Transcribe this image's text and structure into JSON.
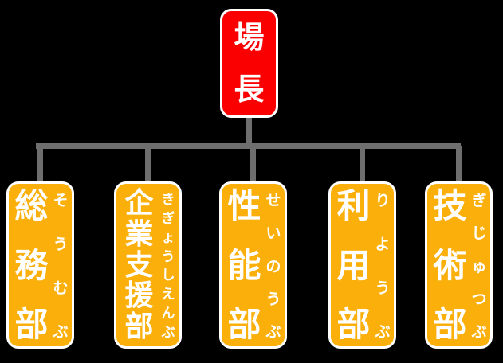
{
  "org_chart": {
    "root": {
      "label": "場長"
    },
    "departments": [
      {
        "label": "総務部",
        "furigana": "そうむぶ"
      },
      {
        "label": "企業支援部",
        "furigana": "きぎょうしえんぶ"
      },
      {
        "label": "性能部",
        "furigana": "せいのうぶ"
      },
      {
        "label": "利用部",
        "furigana": "りようぶ"
      },
      {
        "label": "技術部",
        "furigana": "ぎじゅつぶ"
      }
    ],
    "colors": {
      "background": "#000000",
      "root_box": "#fa0000",
      "department_box": "#faaf0a",
      "connector_line": "#6e6e6e",
      "box_border": "#ffffff",
      "text": "#ffffff"
    }
  }
}
